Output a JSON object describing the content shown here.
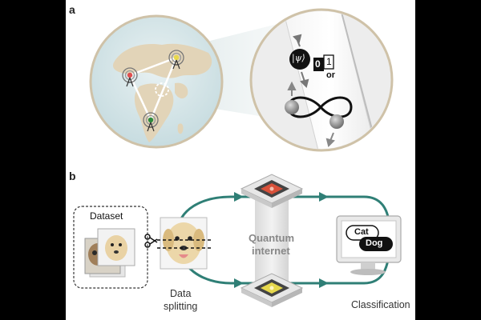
{
  "panels": {
    "a": {
      "letter": "a"
    },
    "b": {
      "letter": "b"
    }
  },
  "figure_a": {
    "ket_label": "|ψ⟩",
    "bit_zero": "0",
    "bit_one": "1",
    "or_label": "or",
    "colors": {
      "node_red": "#e05050",
      "node_yellow": "#e8d84a",
      "node_green": "#2e8b3d",
      "ocean": "#cfe2e6",
      "land": "#e2d4b8"
    }
  },
  "figure_b": {
    "dataset_label": "Dataset",
    "split_label_line1": "Data",
    "split_label_line2": "splitting",
    "network_label_line1": "Quantum",
    "network_label_line2": "internet",
    "result_label": "Classification",
    "class_cat": "Cat",
    "class_dog": "Dog",
    "colors": {
      "link": "#2f7f76",
      "chip_red": "#d9513a",
      "chip_yellow": "#e6d84c"
    }
  }
}
